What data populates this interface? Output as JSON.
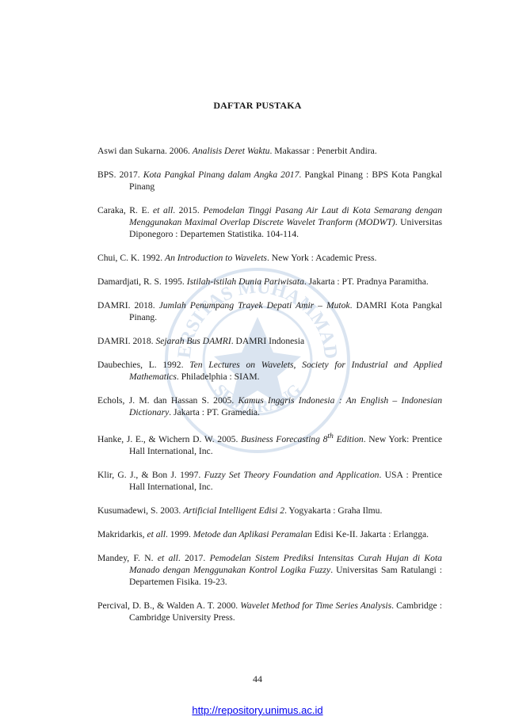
{
  "heading": "DAFTAR PUSTAKA",
  "references": [
    {
      "pre": "Aswi dan Sukarna. 2006. ",
      "ital": "Analisis Deret Waktu",
      "post": ". Makassar : Penerbit Andira."
    },
    {
      "pre": "BPS. 2017. ",
      "ital": "Kota Pangkal Pinang dalam Angka 2017",
      "post": ". Pangkal Pinang : BPS Kota Pangkal Pinang"
    },
    {
      "pre": "Caraka, R. E. ",
      "ital": "et all",
      "post": ". 2015. ",
      "ital2": "Pemodelan Tinggi Pasang Air Laut di Kota Semarang dengan Menggunakan Maximal Overlap Discrete Wavelet Tranform (MODWT)",
      "post2": ". Universitas Diponegoro : Departemen Statistika. 104-114."
    },
    {
      "pre": "Chui, C. K. 1992. ",
      "ital": "An Introduction to Wavelets",
      "post": ". New York : Academic Press."
    },
    {
      "pre": "Damardjati, R. S. 1995. ",
      "ital": "Istilah-istilah Dunia Pariwisata",
      "post": ". Jakarta : PT. Pradnya Paramitha."
    },
    {
      "pre": "DAMRI. 2018. ",
      "ital": "Jumlah Penumpang Trayek Depati Amir – Mutok",
      "post": ". DAMRI Kota Pangkal Pinang."
    },
    {
      "pre": "DAMRI. 2018. ",
      "ital": "Sejarah Bus DAMRI",
      "post": ". DAMRI Indonesia"
    },
    {
      "pre": "Daubechies, L. 1992. ",
      "ital": "Ten Lectures on Wavelets, Society for Industrial and Applied Mathematics",
      "post": ". Philadelphia : SIAM."
    },
    {
      "pre": "Echols, J. M. dan Hassan S. 2005. ",
      "ital": "Kamus Inggris Indonesia : An English – Indonesian Dictionary",
      "post": ". Jakarta : PT. Gramedia."
    },
    {
      "pre": "Hanke, J. E., & Wichern D. W. 2005. ",
      "ital": "Business Forecasting 8",
      "sup": "th",
      "ital2": " Edition",
      "post2": ". New York: Prentice Hall International, Inc."
    },
    {
      "pre": "Klir, G. J., & Bon J. 1997. ",
      "ital": "Fuzzy Set Theory Foundation and Application",
      "post": ". USA : Prentice Hall International, Inc."
    },
    {
      "pre": "Kusumadewi, S. 2003. ",
      "ital": "Artificial Intelligent Edisi 2",
      "post": ". Yogyakarta : Graha Ilmu."
    },
    {
      "pre": "Makridarkis, ",
      "ital": "et all",
      "post": ". 1999. ",
      "ital2": "Metode dan Aplikasi Peramalan",
      "post2": " Edisi Ke-II. Jakarta : Erlangga."
    },
    {
      "pre": "Mandey, F. N. ",
      "ital": "et all",
      "post": ". 2017. ",
      "ital2": "Pemodelan Sistem Prediksi Intensitas Curah Hujan di Kota Manado dengan Menggunakan Kontrol Logika Fuzzy",
      "post2": ". Universitas Sam Ratulangi : Departemen Fisika. 19-23."
    },
    {
      "pre": "Percival, D. B., & Walden A. T. 2000. ",
      "ital": "Wavelet Method for Time Series Analysis",
      "post": ". Cambridge : Cambridge University Press."
    }
  ],
  "page_number": "44",
  "footer_url": "http://repository.unimus.ac.id",
  "watermark_text": "UNIVERSITAS MUHAMMADIYAH SEMARANG",
  "colors": {
    "link": "#0000ee",
    "watermark": "#3a6fb0"
  }
}
